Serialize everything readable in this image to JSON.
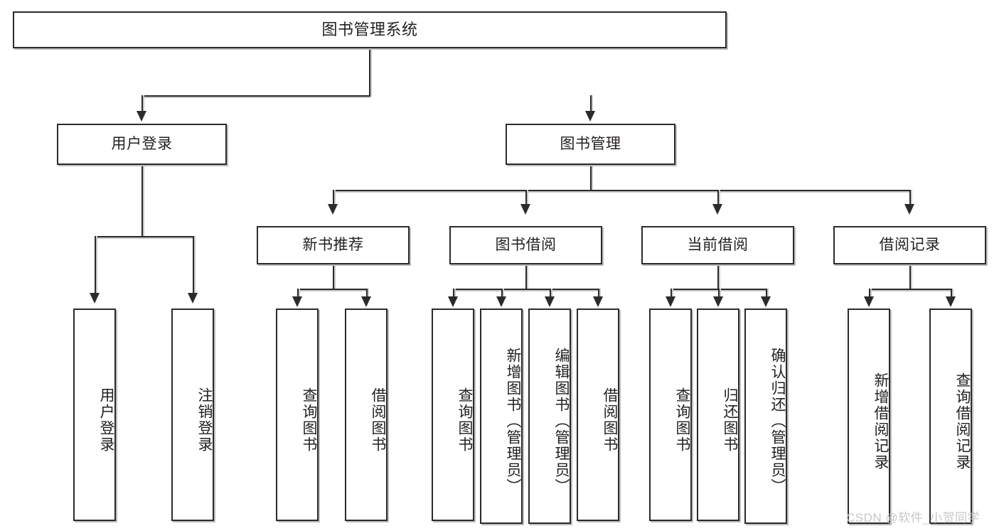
{
  "diagram": {
    "type": "tree-hierarchy",
    "title": "图书管理系统",
    "watermark": "CSDN @软件_小贺同学",
    "colors": {
      "stroke": "#2b2b2b",
      "fill": "#ffffff",
      "text": "#231f20",
      "shadow": "#bdbdbd",
      "watermark": "#c8c8c8"
    },
    "levels": {
      "root": "图书管理系统",
      "level2": [
        "用户登录",
        "图书管理"
      ],
      "level3": [
        "新书推荐",
        "图书借阅",
        "当前借阅",
        "借阅记录"
      ]
    },
    "nodes": {
      "root": {
        "label": "图书管理系统"
      },
      "user_login": {
        "label": "用户登录"
      },
      "book_mgmt": {
        "label": "图书管理"
      },
      "new_book_rec": {
        "label": "新书推荐"
      },
      "book_borrow": {
        "label": "图书借阅"
      },
      "current_borrow": {
        "label": "当前借阅"
      },
      "borrow_record": {
        "label": "借阅记录"
      },
      "leaf_user_login": {
        "label": "用户登录"
      },
      "leaf_logout": {
        "label": "注销登录"
      },
      "leaf_query_book_1": {
        "label": "查询图书"
      },
      "leaf_borrow_book_1": {
        "label": "借阅图书"
      },
      "leaf_query_book_2": {
        "label": "查询图书"
      },
      "leaf_add_book": {
        "label": "新增图书（管理员）"
      },
      "leaf_edit_book": {
        "label": "编辑图书（管理员）"
      },
      "leaf_borrow_book_2": {
        "label": "借阅图书"
      },
      "leaf_query_book_3": {
        "label": "查询图书"
      },
      "leaf_return_book": {
        "label": "归还图书"
      },
      "leaf_confirm_return": {
        "label": "确认归还（管理员）"
      },
      "leaf_add_record": {
        "label": "新增借阅记录"
      },
      "leaf_query_record": {
        "label": "查询借阅记录"
      }
    },
    "edges": [
      {
        "from": "root",
        "to": "user_login"
      },
      {
        "from": "root",
        "to": "book_mgmt"
      },
      {
        "from": "user_login",
        "to": "leaf_user_login"
      },
      {
        "from": "user_login",
        "to": "leaf_logout"
      },
      {
        "from": "book_mgmt",
        "to": "new_book_rec"
      },
      {
        "from": "book_mgmt",
        "to": "book_borrow"
      },
      {
        "from": "book_mgmt",
        "to": "current_borrow"
      },
      {
        "from": "book_mgmt",
        "to": "borrow_record"
      },
      {
        "from": "new_book_rec",
        "to": "leaf_query_book_1"
      },
      {
        "from": "new_book_rec",
        "to": "leaf_borrow_book_1"
      },
      {
        "from": "book_borrow",
        "to": "leaf_query_book_2"
      },
      {
        "from": "book_borrow",
        "to": "leaf_add_book"
      },
      {
        "from": "book_borrow",
        "to": "leaf_edit_book"
      },
      {
        "from": "book_borrow",
        "to": "leaf_borrow_book_2"
      },
      {
        "from": "current_borrow",
        "to": "leaf_query_book_3"
      },
      {
        "from": "current_borrow",
        "to": "leaf_return_book"
      },
      {
        "from": "current_borrow",
        "to": "leaf_confirm_return"
      },
      {
        "from": "borrow_record",
        "to": "leaf_add_record"
      },
      {
        "from": "borrow_record",
        "to": "leaf_query_record"
      }
    ]
  }
}
